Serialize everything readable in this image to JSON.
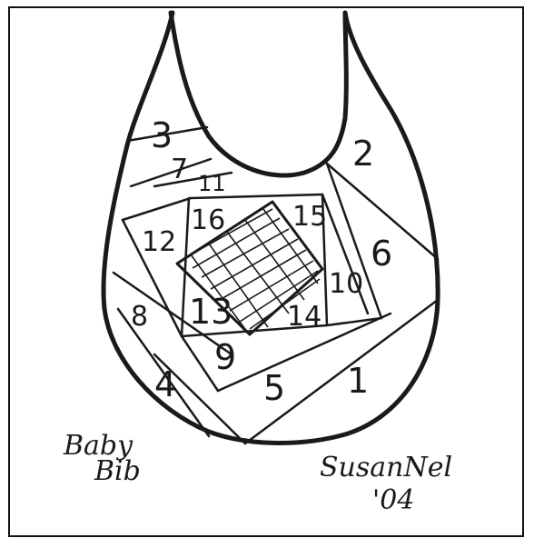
{
  "pattern": {
    "pieces": [
      {
        "id": "p1",
        "label": "1"
      },
      {
        "id": "p2",
        "label": "2"
      },
      {
        "id": "p3",
        "label": "3"
      },
      {
        "id": "p4",
        "label": "4"
      },
      {
        "id": "p5",
        "label": "5"
      },
      {
        "id": "p6",
        "label": "6"
      },
      {
        "id": "p7",
        "label": "7"
      },
      {
        "id": "p8",
        "label": "8"
      },
      {
        "id": "p9",
        "label": "9"
      },
      {
        "id": "p10",
        "label": "10"
      },
      {
        "id": "p11",
        "label": "11"
      },
      {
        "id": "p12",
        "label": "12"
      },
      {
        "id": "p13",
        "label": "13"
      },
      {
        "id": "p14",
        "label": "14"
      },
      {
        "id": "p15",
        "label": "15"
      },
      {
        "id": "p16",
        "label": "16"
      }
    ]
  },
  "caption": {
    "title_line1": "Baby",
    "title_line2": "Bib",
    "author": "SusanNel",
    "year": "'04"
  }
}
